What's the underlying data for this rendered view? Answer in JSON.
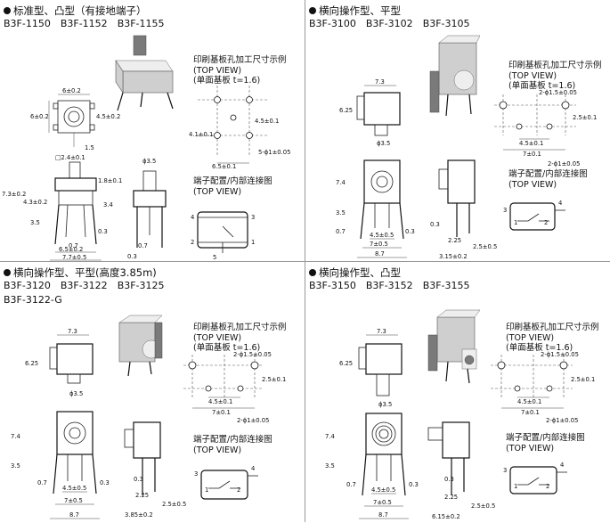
{
  "sections": [
    {
      "title": "标准型、凸型（有接地端子）",
      "models": [
        "B3F-1150",
        "B3F-1152",
        "B3F-1155"
      ],
      "pcb_note": [
        "印刷基板孔加工尺寸示例",
        "(TOP VIEW)",
        "(单面基板  t=1.6)"
      ],
      "wiring_note": [
        "端子配置/内部连接图",
        "(TOP VIEW)"
      ],
      "dims": {
        "front_w": "6±0.2",
        "front_h": "6±0.2",
        "front_tab": "4.5±0.2",
        "lead": "1.5",
        "knob": "□2.4±0.1",
        "d18": "1.8±0.1",
        "d73": "7.3±0.2",
        "d43": "4.3±0.2",
        "d34": "3.4",
        "d35": "3.5",
        "d03": "0.3",
        "d07": "0.7",
        "d65a": "6.5±0.2",
        "d77": "7.7±0.5",
        "phi35": "ϕ3.5",
        "d07b": "0.7",
        "d03b": "0.3",
        "pcb_45": "4.5±0.1",
        "pcb_41": "4.1±0.1",
        "pcb_65": "6.5±0.1",
        "pcb_hole": "5-ϕ1±0.05",
        "pins": [
          "4",
          "3",
          "2",
          "1",
          "5"
        ]
      }
    },
    {
      "title": "横向操作型、平型",
      "models": [
        "B3F-3100",
        "B3F-3102",
        "B3F-3105"
      ],
      "pcb_note": [
        "印刷基板孔加工尺寸示例",
        "(TOP VIEW)",
        "(单面基板  t=1.6)"
      ],
      "wiring_note": [
        "端子配置/内部连接图",
        "(TOP VIEW)"
      ],
      "dims": {
        "d73": "7.3",
        "d625": "6.25",
        "phi35": "ϕ3.5",
        "d74": "7.4",
        "d35": "3.5",
        "d07": "0.7",
        "d03": "0.3",
        "d45": "4.5±0.5",
        "d7": "7±0.5",
        "d87": "8.7",
        "d315": "3.15±0.2",
        "d225": "2.25",
        "d25": "2.5±0.5",
        "pcb_hole15": "2-ϕ1.5±0.05",
        "pcb_25": "2.5±0.1",
        "pcb_45": "4.5±0.1",
        "pcb_7": "7±0.1",
        "pcb_hole1": "2-ϕ1±0.05",
        "pins": [
          "3",
          "4",
          "1",
          "2"
        ]
      }
    },
    {
      "title": "横向操作型、平型(高度3.85m)",
      "models": [
        "B3F-3120",
        "B3F-3122",
        "B3F-3125"
      ],
      "models2": "B3F-3122-G",
      "pcb_note": [
        "印刷基板孔加工尺寸示例",
        "(TOP VIEW)",
        "(单面基板  t=1.6)"
      ],
      "wiring_note": [
        "端子配置/内部连接图",
        "(TOP VIEW)"
      ],
      "dims": {
        "d73": "7.3",
        "d625": "6.25",
        "phi35": "ϕ3.5",
        "d74": "7.4",
        "d35": "3.5",
        "d07": "0.7",
        "d03": "0.3",
        "d45": "4.5±0.5",
        "d7": "7±0.5",
        "d87": "8.7",
        "d385": "3.85±0.2",
        "d225": "2.25",
        "d25": "2.5±0.5",
        "pcb_hole15": "2-ϕ1.5±0.05",
        "pcb_25": "2.5±0.1",
        "pcb_45": "4.5±0.1",
        "pcb_7": "7±0.1",
        "pcb_hole1": "2-ϕ1±0.05",
        "pins": [
          "3",
          "4",
          "1",
          "2"
        ]
      }
    },
    {
      "title": "横向操作型、凸型",
      "models": [
        "B3F-3150",
        "B3F-3152",
        "B3F-3155"
      ],
      "pcb_note": [
        "印刷基板孔加工尺寸示例",
        "(TOP VIEW)",
        "(单面基板  t=1.6)"
      ],
      "wiring_note": [
        "端子配置/内部连接图",
        "(TOP VIEW)"
      ],
      "dims": {
        "d73": "7.3",
        "d625": "6.25",
        "phi35": "ϕ3.5",
        "d74": "7.4",
        "d35": "3.5",
        "d07": "0.7",
        "d03": "0.3",
        "d45": "4.5±0.5",
        "d7": "7±0.5",
        "d87": "8.7",
        "d615": "6.15±0.2",
        "d225": "2.25",
        "d25": "2.5±0.5",
        "pcb_hole15": "2-ϕ1.5±0.05",
        "pcb_25": "2.5±0.1",
        "pcb_45": "4.5±0.1",
        "pcb_7": "7±0.1",
        "pcb_hole1": "2-ϕ1±0.05",
        "pins": [
          "3",
          "4",
          "1",
          "2"
        ]
      }
    }
  ]
}
